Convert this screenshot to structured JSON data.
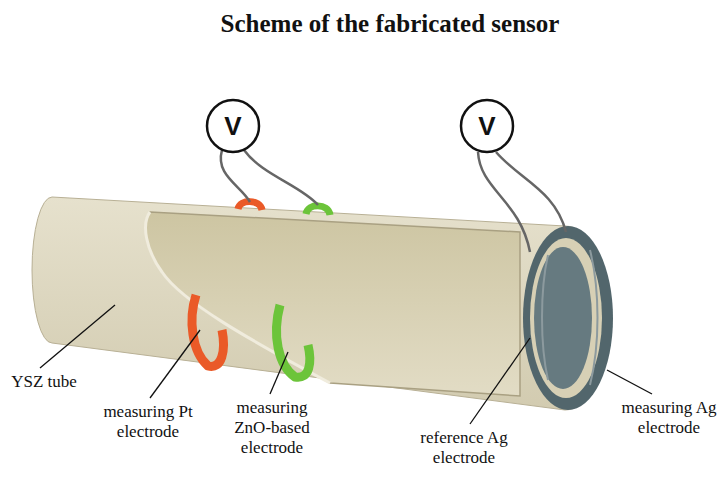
{
  "diagram": {
    "title": "Scheme of the fabricated sensor",
    "nodes": [
      {
        "text": [
          "V"
        ]
      },
      {
        "text": [
          "V"
        ]
      }
    ],
    "labels": [
      "YSZ tube",
      "measuring Pt electrode",
      "measuring ZnO-based electrode",
      "reference Ag electrode",
      "measuring Ag electrode"
    ]
  }
}
